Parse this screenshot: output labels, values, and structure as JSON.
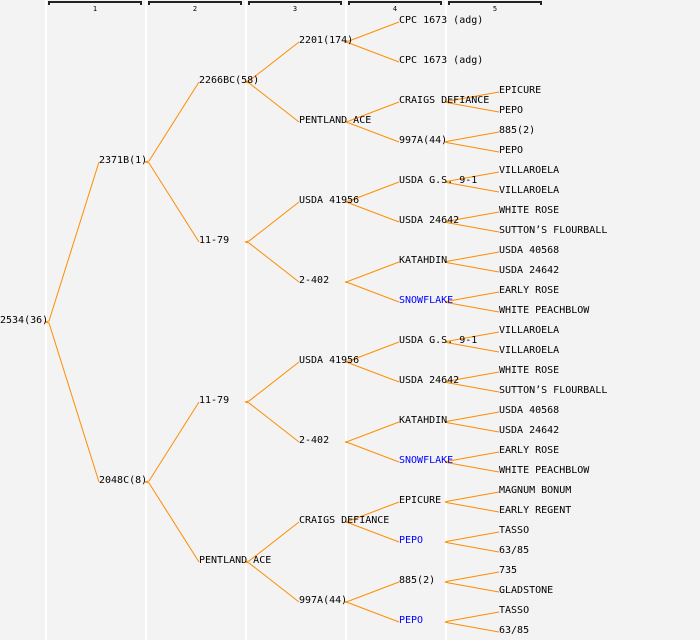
{
  "colors": {
    "edge": "#ff8c00",
    "highlight": "#0000ff",
    "text": "#000000"
  },
  "generation_headers": [
    "1",
    "2",
    "3",
    "4",
    "5"
  ],
  "tree": {
    "label": "2534(36)",
    "parents": [
      {
        "label": "2371B(1)",
        "parents": [
          {
            "label": "2266BC(58)",
            "parents": [
              {
                "label": "2201(174)",
                "parents": [
                  {
                    "label": "CPC 1673 (adg)"
                  },
                  {
                    "label": "CPC 1673 (adg)"
                  }
                ]
              },
              {
                "label": "PENTLAND ACE",
                "parents": [
                  {
                    "label": "CRAIGS DEFIANCE",
                    "parents": [
                      {
                        "label": "EPICURE"
                      },
                      {
                        "label": "PEPO"
                      }
                    ]
                  },
                  {
                    "label": "997A(44)",
                    "parents": [
                      {
                        "label": "885(2)"
                      },
                      {
                        "label": "PEPO"
                      }
                    ]
                  }
                ]
              }
            ]
          },
          {
            "label": "11-79",
            "parents": [
              {
                "label": "USDA 41956",
                "parents": [
                  {
                    "label": "USDA G.S. 9-1",
                    "parents": [
                      {
                        "label": "VILLAROELA"
                      },
                      {
                        "label": "VILLAROELA"
                      }
                    ]
                  },
                  {
                    "label": "USDA 24642",
                    "parents": [
                      {
                        "label": "WHITE ROSE"
                      },
                      {
                        "label": "SUTTON’S FLOURBALL"
                      }
                    ]
                  }
                ]
              },
              {
                "label": "2-402",
                "parents": [
                  {
                    "label": "KATAHDIN",
                    "parents": [
                      {
                        "label": "USDA 40568"
                      },
                      {
                        "label": "USDA 24642"
                      }
                    ]
                  },
                  {
                    "label": "SNOWFLAKE",
                    "highlight": true,
                    "parents": [
                      {
                        "label": "EARLY ROSE"
                      },
                      {
                        "label": "WHITE PEACHBLOW"
                      }
                    ]
                  }
                ]
              }
            ]
          }
        ]
      },
      {
        "label": "2048C(8)",
        "parents": [
          {
            "label": "11-79",
            "parents": [
              {
                "label": "USDA 41956",
                "parents": [
                  {
                    "label": "USDA G.S. 9-1",
                    "parents": [
                      {
                        "label": "VILLAROELA"
                      },
                      {
                        "label": "VILLAROELA"
                      }
                    ]
                  },
                  {
                    "label": "USDA 24642",
                    "parents": [
                      {
                        "label": "WHITE ROSE"
                      },
                      {
                        "label": "SUTTON’S FLOURBALL"
                      }
                    ]
                  }
                ]
              },
              {
                "label": "2-402",
                "parents": [
                  {
                    "label": "KATAHDIN",
                    "parents": [
                      {
                        "label": "USDA 40568"
                      },
                      {
                        "label": "USDA 24642"
                      }
                    ]
                  },
                  {
                    "label": "SNOWFLAKE",
                    "highlight": true,
                    "parents": [
                      {
                        "label": "EARLY ROSE"
                      },
                      {
                        "label": "WHITE PEACHBLOW"
                      }
                    ]
                  }
                ]
              }
            ]
          },
          {
            "label": "PENTLAND ACE",
            "parents": [
              {
                "label": "CRAIGS DEFIANCE",
                "parents": [
                  {
                    "label": "EPICURE",
                    "parents": [
                      {
                        "label": "MAGNUM BONUM"
                      },
                      {
                        "label": "EARLY REGENT"
                      }
                    ]
                  },
                  {
                    "label": "PEPO",
                    "highlight": true,
                    "parents": [
                      {
                        "label": "TASSO"
                      },
                      {
                        "label": "63/85"
                      }
                    ]
                  }
                ]
              },
              {
                "label": "997A(44)",
                "parents": [
                  {
                    "label": "885(2)",
                    "parents": [
                      {
                        "label": "735"
                      },
                      {
                        "label": "GLADSTONE"
                      }
                    ]
                  },
                  {
                    "label": "PEPO",
                    "highlight": true,
                    "parents": [
                      {
                        "label": "TASSO"
                      },
                      {
                        "label": "63/85"
                      }
                    ]
                  }
                ]
              }
            ]
          }
        ]
      }
    ]
  }
}
